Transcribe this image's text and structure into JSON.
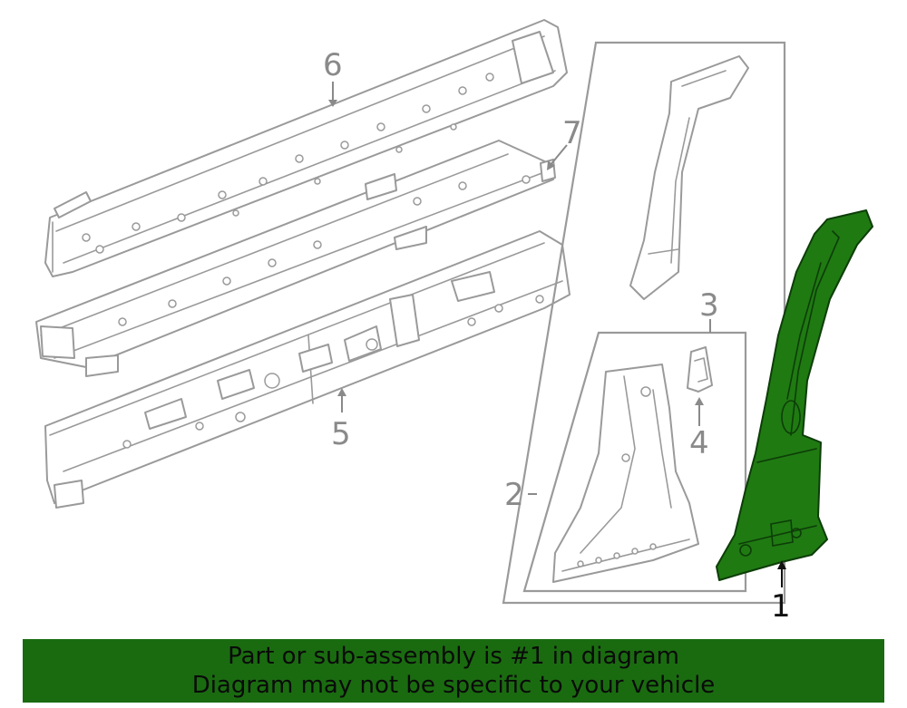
{
  "diagram": {
    "callouts": [
      {
        "id": "1",
        "label": "1"
      },
      {
        "id": "2",
        "label": "2"
      },
      {
        "id": "3",
        "label": "3"
      },
      {
        "id": "4",
        "label": "4"
      },
      {
        "id": "5",
        "label": "5"
      },
      {
        "id": "6",
        "label": "6"
      },
      {
        "id": "7",
        "label": "7"
      }
    ],
    "highlight_color": "#1f7a12",
    "line_color": "#9a9a9a"
  },
  "banner": {
    "line1": "Part or sub-assembly is #1 in diagram",
    "line2": "Diagram may not be specific to your vehicle",
    "background": "#1a6b10"
  }
}
